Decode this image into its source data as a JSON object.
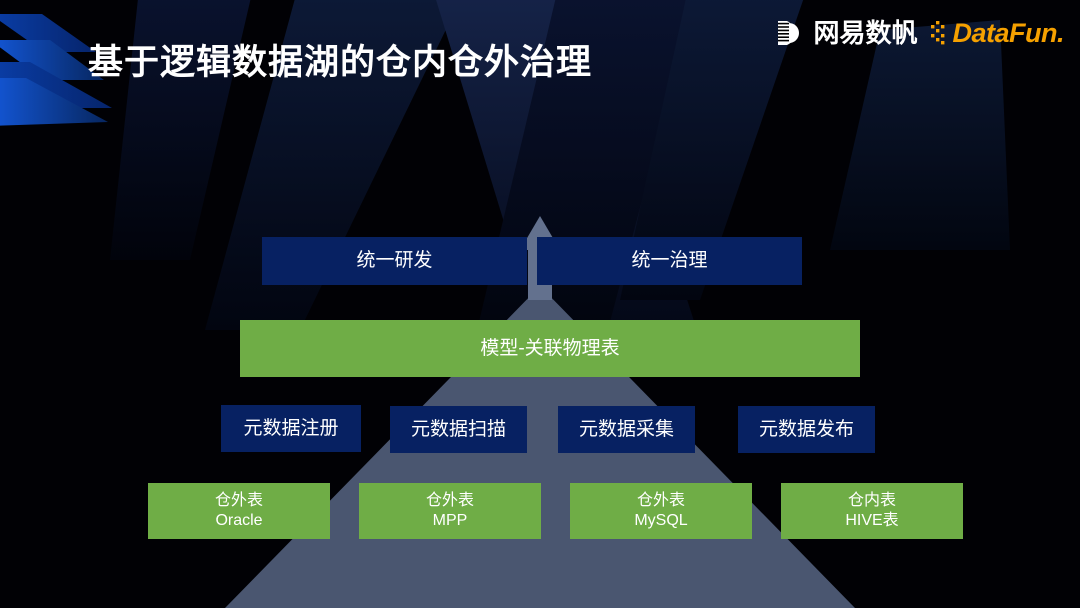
{
  "slide": {
    "title": "基于逻辑数据湖的仓内仓外治理",
    "background_color": "#010105",
    "accent_blue": "#072162",
    "accent_green": "#6fad46",
    "pyramid_color": "#4a5670"
  },
  "logos": {
    "netease": {
      "name": "网易数帆",
      "mark": "striped-circle-icon",
      "text_color": "#ffffff"
    },
    "datafun": {
      "name": "DataFun.",
      "mark": "dot-matrix-icon",
      "text_color": "#f5a000"
    }
  },
  "diagram": {
    "arrow": "up-arrow-icon",
    "tiers": [
      {
        "id": "governance",
        "style": "blue",
        "nodes": [
          {
            "line1": "统一研发",
            "line2": ""
          },
          {
            "line1": "统一治理",
            "line2": ""
          }
        ]
      },
      {
        "id": "model",
        "style": "green",
        "nodes": [
          {
            "line1": "模型-关联物理表",
            "line2": ""
          }
        ]
      },
      {
        "id": "metadata",
        "style": "blue",
        "nodes": [
          {
            "line1": "元数据注册",
            "line2": ""
          },
          {
            "line1": "元数据扫描",
            "line2": ""
          },
          {
            "line1": "元数据采集",
            "line2": ""
          },
          {
            "line1": "元数据发布",
            "line2": ""
          }
        ]
      },
      {
        "id": "sources",
        "style": "green",
        "nodes": [
          {
            "line1": "仓外表",
            "line2": "Oracle"
          },
          {
            "line1": "仓外表",
            "line2": "MPP"
          },
          {
            "line1": "仓外表",
            "line2": "MySQL"
          },
          {
            "line1": "仓内表",
            "line2": "HIVE表"
          }
        ]
      }
    ]
  }
}
